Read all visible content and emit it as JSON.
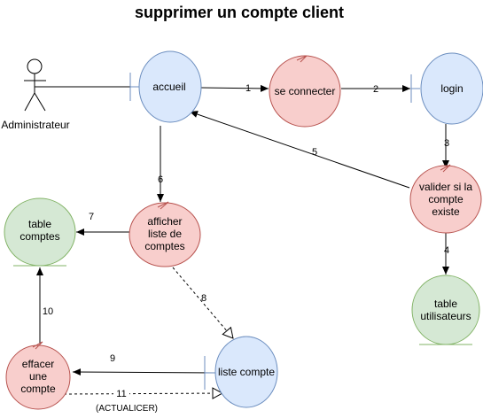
{
  "title": "supprimer un compte client",
  "colors": {
    "boundary_fill": "#dae8fc",
    "boundary_stroke": "#6c8ebf",
    "control_fill": "#f8cecc",
    "control_stroke": "#b85450",
    "entity_fill": "#d5e8d4",
    "entity_stroke": "#82b366"
  },
  "actor": {
    "label": "Administrateur"
  },
  "nodes": {
    "accueil": {
      "kind": "boundary",
      "label": [
        "accueil"
      ]
    },
    "se_connecter": {
      "kind": "control",
      "label": [
        "se connecter"
      ]
    },
    "login": {
      "kind": "boundary",
      "label": [
        "login"
      ]
    },
    "valider": {
      "kind": "control",
      "label": [
        "valider si la",
        "compte",
        "existe"
      ]
    },
    "table_utilisateurs": {
      "kind": "entity",
      "label": [
        "table",
        "utilisateurs"
      ]
    },
    "afficher": {
      "kind": "control",
      "label": [
        "afficher",
        "liste de",
        "comptes"
      ]
    },
    "table_comptes": {
      "kind": "entity",
      "label": [
        "table",
        "comptes"
      ]
    },
    "liste_compte": {
      "kind": "boundary",
      "label": [
        "liste compte"
      ]
    },
    "effacer": {
      "kind": "control",
      "label": [
        "effacer",
        "une",
        "compte"
      ]
    }
  },
  "edges": [
    {
      "label": "1",
      "from": "accueil",
      "to": "se_connecter",
      "style": "solid"
    },
    {
      "label": "2",
      "from": "se_connecter",
      "to": "login",
      "style": "solid"
    },
    {
      "label": "3",
      "from": "login",
      "to": "valider",
      "style": "solid"
    },
    {
      "label": "4",
      "from": "valider",
      "to": "table_utilisateurs",
      "style": "solid"
    },
    {
      "label": "5",
      "from": "valider",
      "to": "accueil",
      "style": "solid"
    },
    {
      "label": "6",
      "from": "accueil",
      "to": "afficher",
      "style": "solid"
    },
    {
      "label": "7",
      "from": "afficher",
      "to": "table_comptes",
      "style": "solid"
    },
    {
      "label": "8",
      "from": "afficher",
      "to": "liste_compte",
      "style": "dashed"
    },
    {
      "label": "9",
      "from": "liste_compte",
      "to": "effacer",
      "style": "solid"
    },
    {
      "label": "10",
      "from": "effacer",
      "to": "table_comptes",
      "style": "solid"
    },
    {
      "label": "11",
      "from": "effacer",
      "to": "liste_compte",
      "style": "dashed"
    }
  ],
  "annotations": {
    "actualiser": "(ACTUALICER)"
  }
}
